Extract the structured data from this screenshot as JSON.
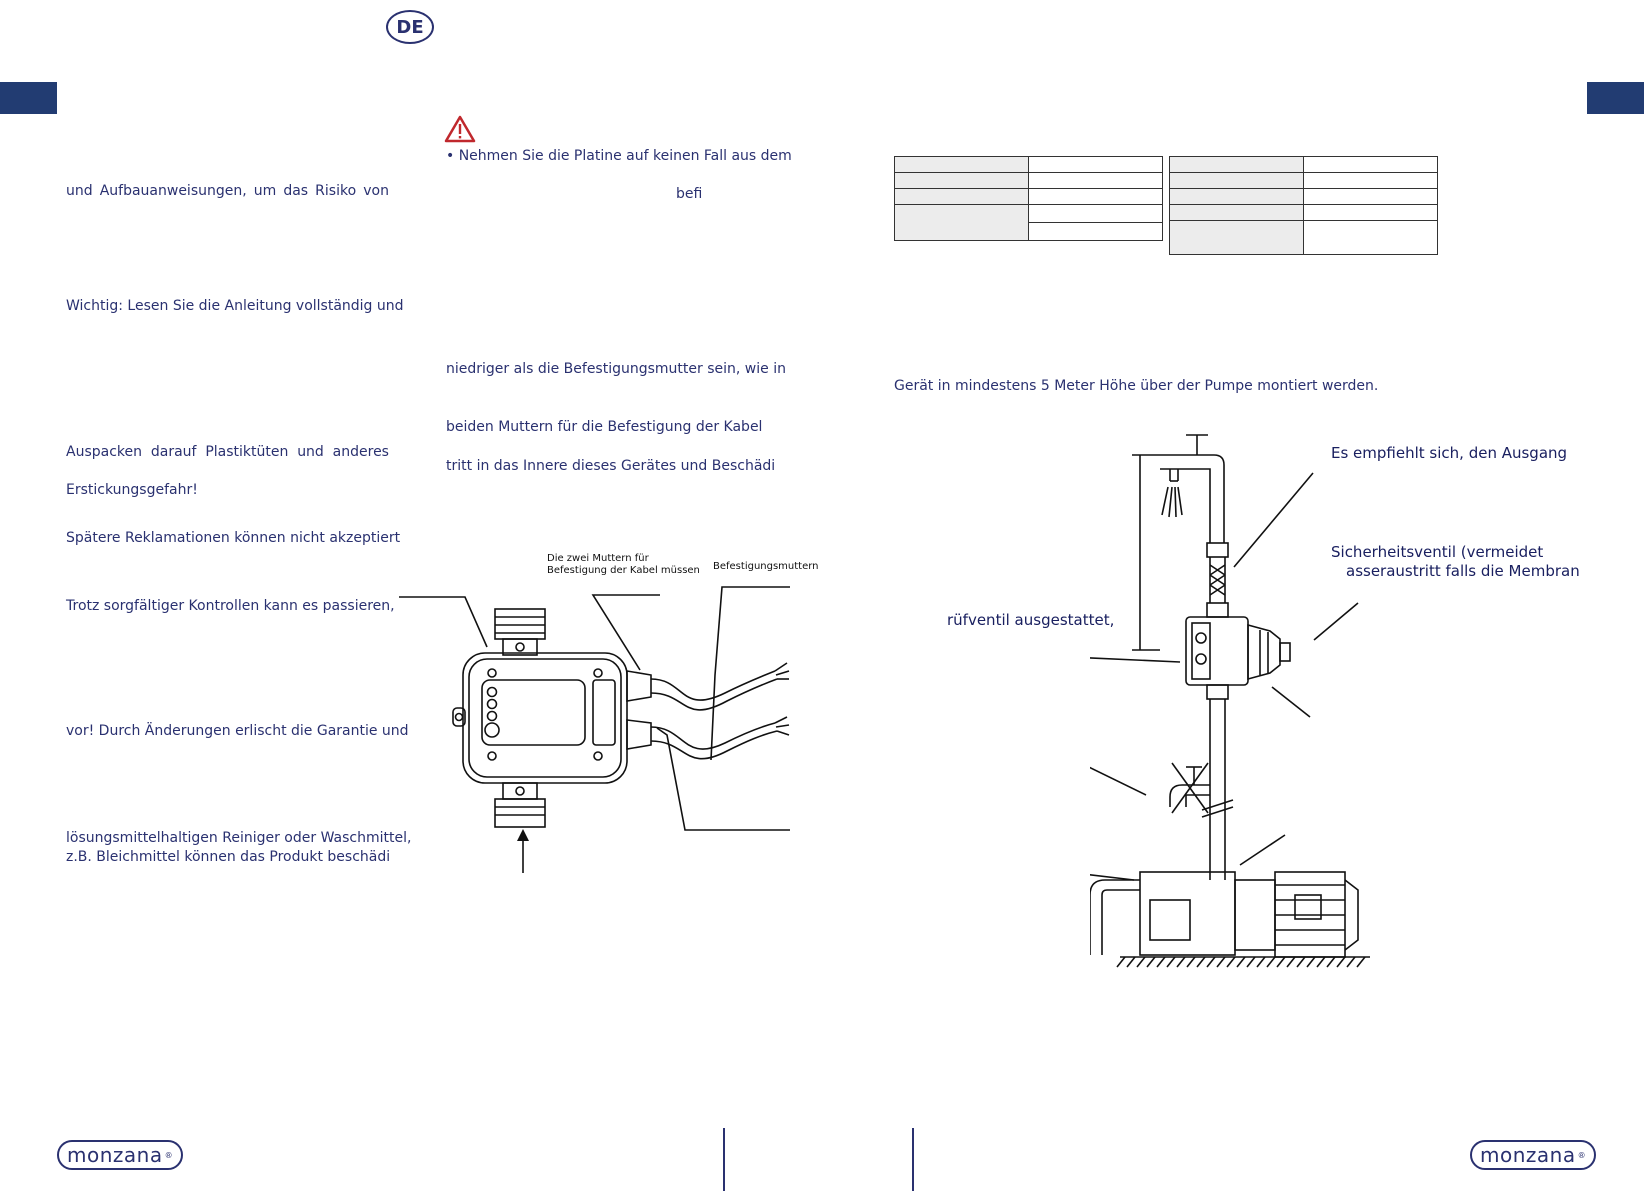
{
  "header": {
    "language_badge": "DE"
  },
  "left_column": {
    "lines": [
      [
        "und",
        "Aufbauanweisungen,",
        "um",
        "das",
        "Risiko",
        "von"
      ],
      "Wichtig: Lesen Sie die Anleitung vollständig und",
      [
        "Auspacken",
        "darauf",
        "Plastiktüten",
        "und",
        "anderes"
      ],
      "Erstickungsgefahr!",
      "Spätere Reklamationen können nicht akzeptiert",
      "Trotz sorgfältiger Kontrollen kann es passieren,",
      "vor! Durch Änderungen erlischt die Garantie und",
      "lösungsmittelhaltigen Reiniger oder Waschmittel,",
      "z.B. Bleichmittel können das Produkt beschädi"
    ]
  },
  "middle_column": {
    "warning_icon": "warning-triangle-icon",
    "bullet_line": "• Nehmen Sie die Platine auf keinen Fall aus dem",
    "fragment": "befi",
    "line1": "niedriger als die Befestigungsmutter sein, wie in",
    "line2": "beiden Muttern für die Befestigung der Kabel",
    "line3": "tritt in das Innere dieses Gerätes und Beschädi",
    "diagram": {
      "label_nuts": "Die zwei Muttern für\nBefestigung der Kabel müssen",
      "label_fastening": "Befestigungsmuttern"
    }
  },
  "right_column": {
    "height_note": "Gerät in mindestens 5 Meter Höhe über der Pumpe montiert werden.",
    "diagram": {
      "label_outlet": "Es empfiehlt sich, den Ausgang",
      "label_valve_1": "Sicherheitsventil (vermeidet",
      "label_valve_2": "asseraustritt falls die Membran",
      "label_check": "rüfventil ausgestattet,"
    }
  },
  "footer": {
    "brand": "monzana",
    "registered": "®"
  },
  "colors": {
    "brand_navy": "#223c72",
    "text": "#2a3170"
  }
}
